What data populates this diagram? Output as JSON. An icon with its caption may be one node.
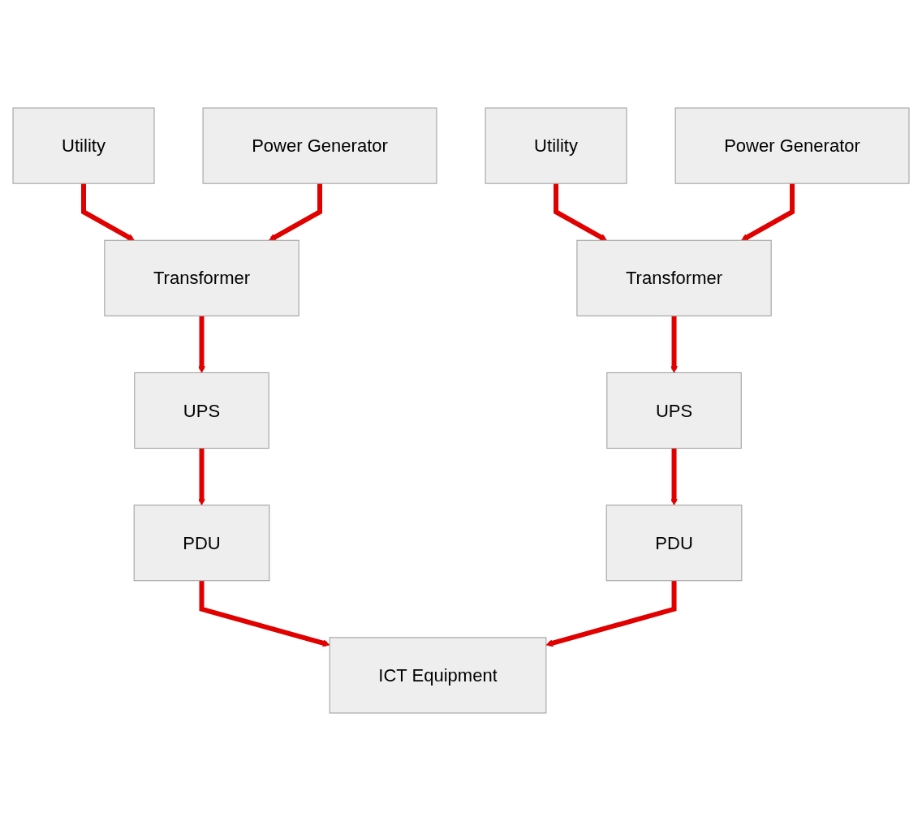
{
  "diagram": {
    "nodes": [
      {
        "text": [
          "Utility"
        ]
      },
      {
        "text": [
          "Utility"
        ]
      },
      {
        "text": [
          "Power Generator"
        ]
      },
      {
        "text": [
          "Transformer"
        ]
      },
      {
        "text": [
          "Transformer"
        ]
      },
      {
        "text": [
          "Power Generator"
        ]
      },
      {
        "text": [
          "UPS"
        ]
      },
      {
        "text": [
          "UPS"
        ]
      },
      {
        "text": [
          "PDU"
        ]
      },
      {
        "text": [
          "PDU"
        ]
      },
      {
        "text": [
          "ICT Equipment"
        ]
      }
    ],
    "edges": [
      {
        "from": 0,
        "to": 3,
        "arrow": "to"
      },
      {
        "from": 1,
        "to": 4,
        "arrow": "to"
      },
      {
        "from": 2,
        "to": 3,
        "arrow": "to"
      },
      {
        "from": 5,
        "to": 4,
        "arrow": "to"
      },
      {
        "from": 3,
        "to": 6,
        "arrow": "to"
      },
      {
        "from": 4,
        "to": 7,
        "arrow": "to"
      },
      {
        "from": 6,
        "to": 8,
        "arrow": "to"
      },
      {
        "from": 7,
        "to": 9,
        "arrow": "to"
      },
      {
        "from": 8,
        "to": 10,
        "arrow": "to"
      },
      {
        "from": 9,
        "to": 10,
        "arrow": "to"
      }
    ]
  }
}
